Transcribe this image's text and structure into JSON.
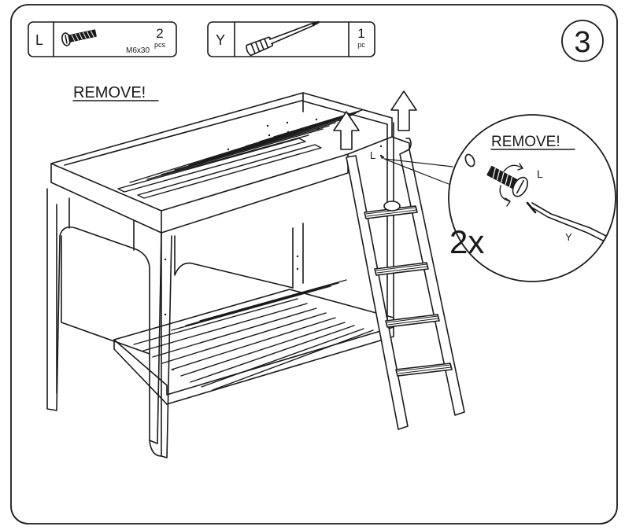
{
  "parts": [
    {
      "letter": "L",
      "icon": "screw-icon",
      "size": "M6x30",
      "count": "2",
      "unit": "pcs"
    },
    {
      "letter": "Y",
      "icon": "screwdriver-icon",
      "count": "1",
      "unit": "pc"
    }
  ],
  "step": "3",
  "instruction": "REMOVE!",
  "detail": {
    "instruction": "REMOVE!",
    "part_label": "L",
    "tool_label": "Y",
    "multiplier": "2x"
  },
  "bed_part_label": "L",
  "colors": {
    "line": "#1a1a1a",
    "paper": "#ffffff"
  }
}
